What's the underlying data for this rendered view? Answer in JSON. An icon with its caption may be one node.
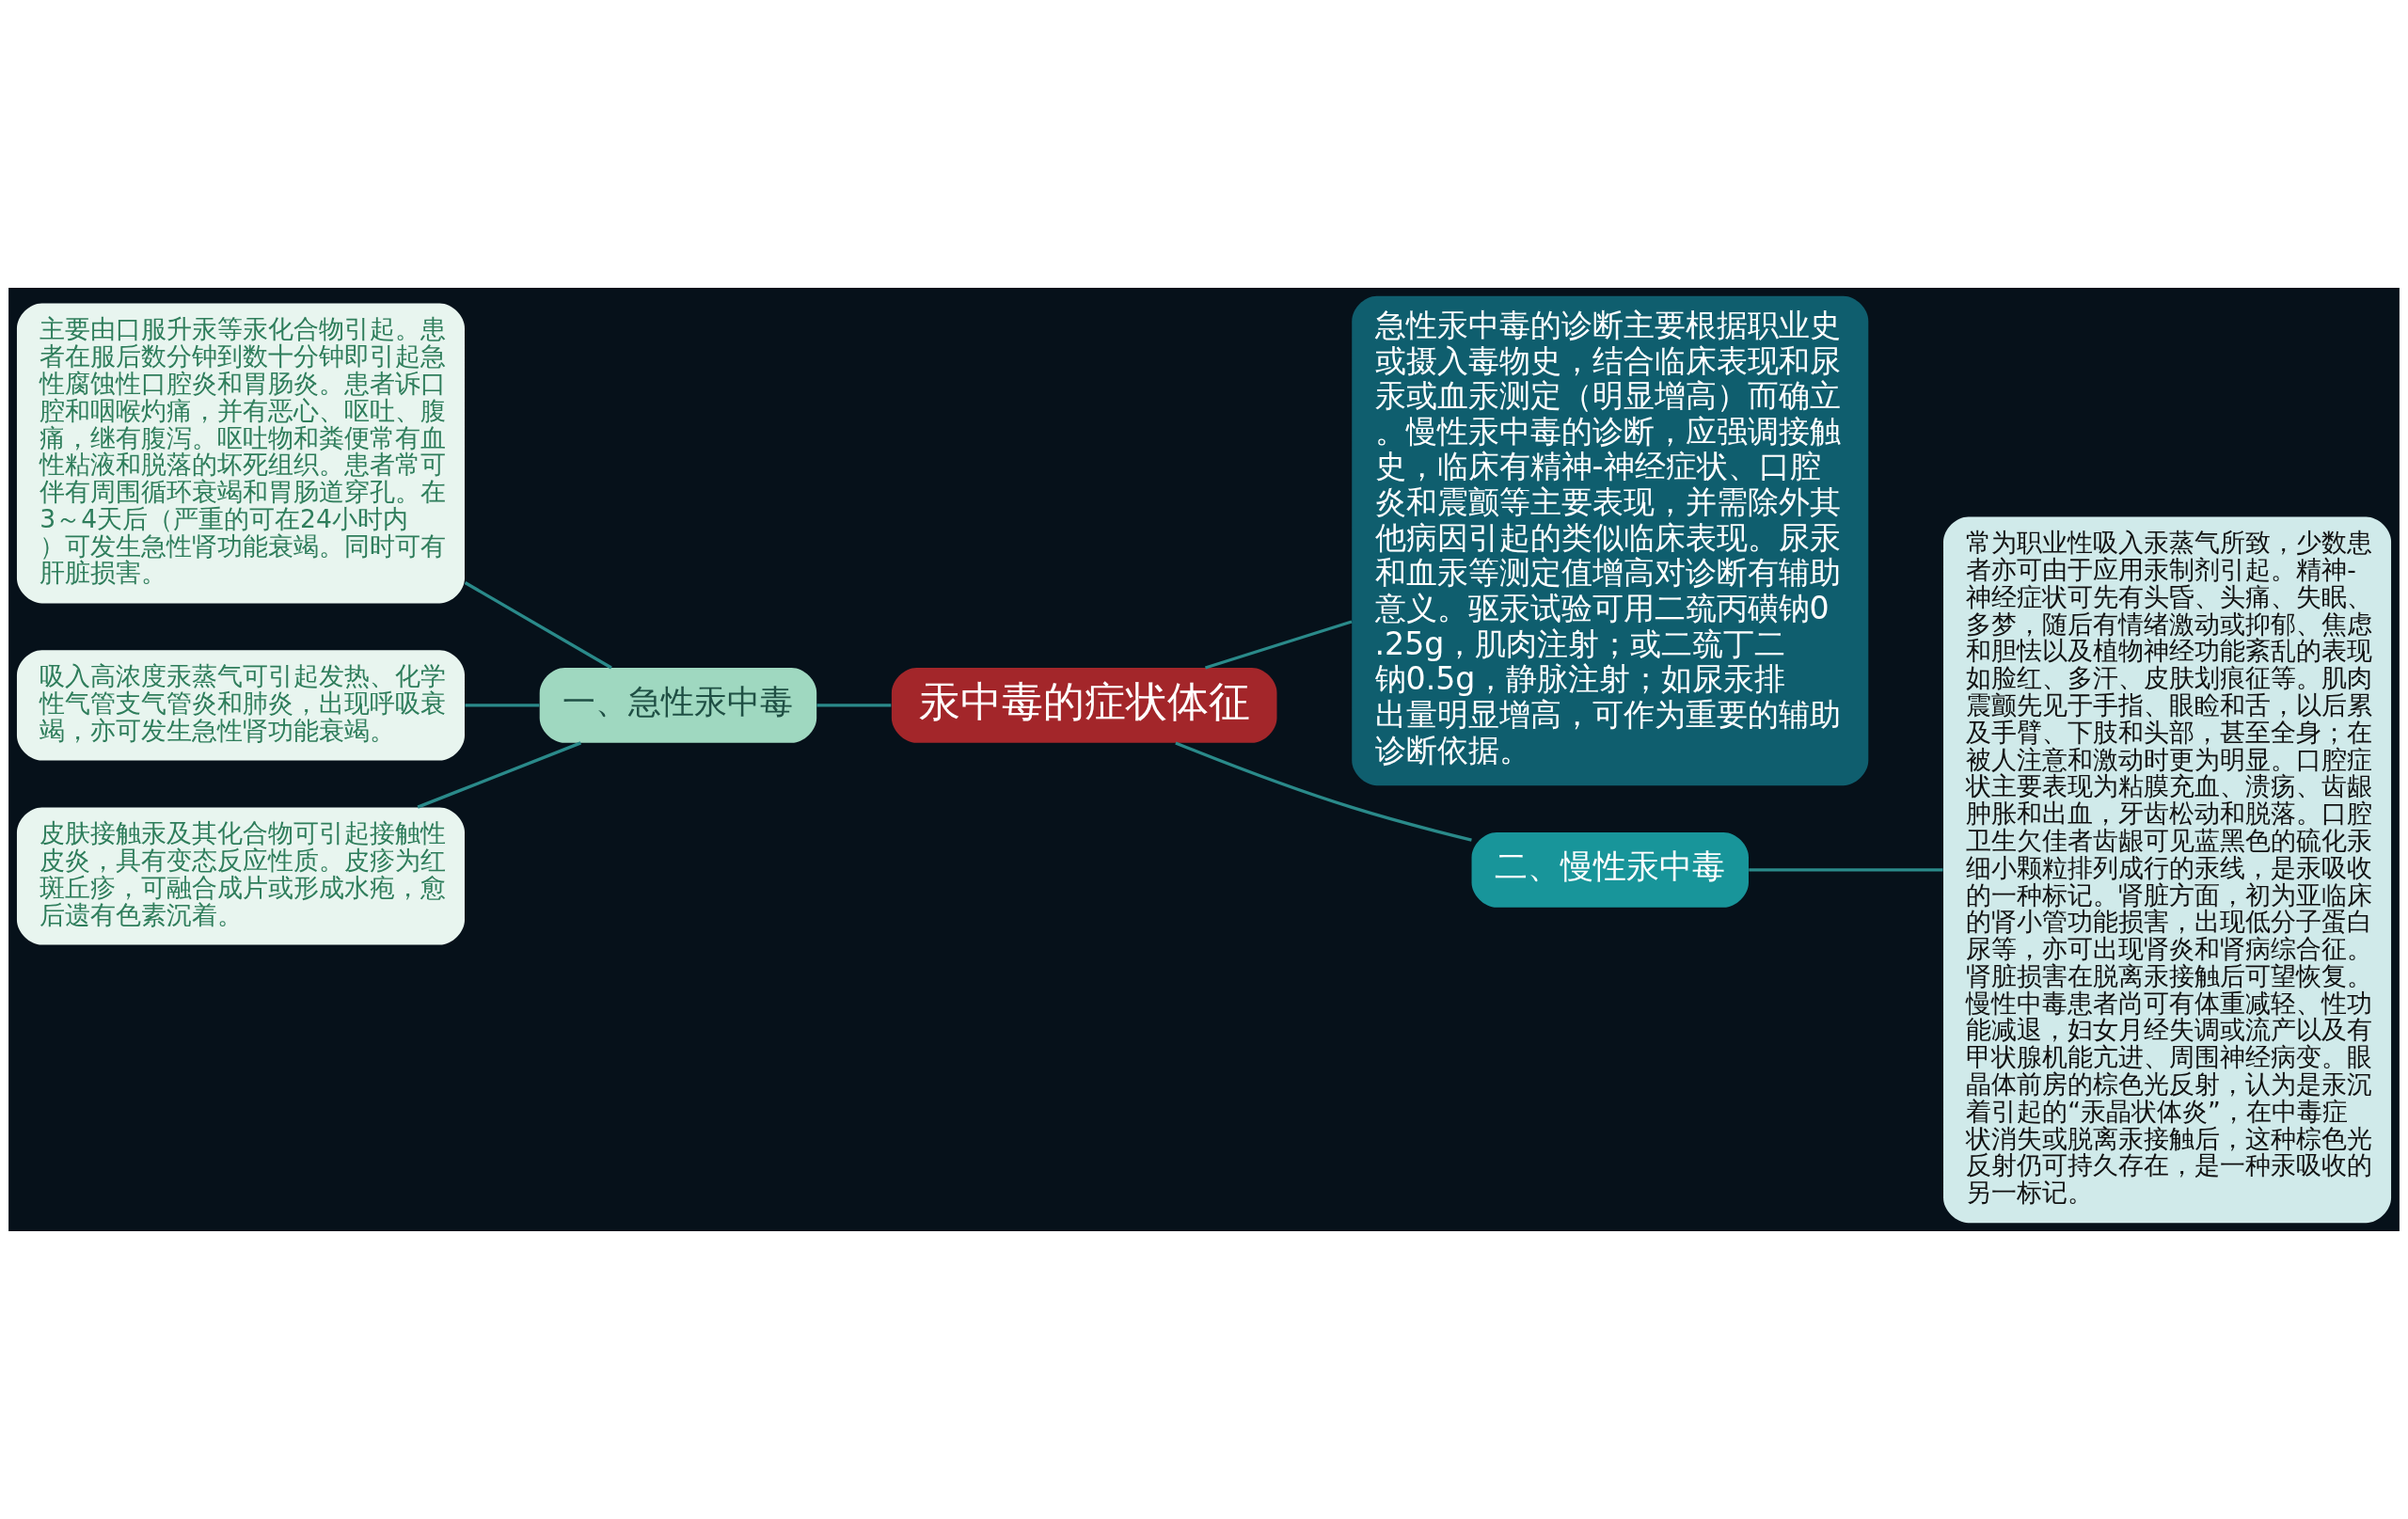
{
  "diagram": {
    "nodes": [
      {
        "text": [
          "汞中毒的症状体征"
        ]
      },
      {
        "text": [
          "一、急性汞中毒"
        ]
      },
      {
        "text": [
          "主要由口服升汞等汞化合物引起。患者在服后数分钟到数十分钟即引起急性腐蚀性口腔炎和胃肠炎。患者诉口腔和咽喉灼痛，并有恶心、呕吐、腹痛，继有腹泻。呕吐物和粪便常有血性粘液和脱落的坏死组织。患者常可伴有周围循环衰竭和胃肠道穿孔。在3～4天后（严重的可在24小时内）可发生急性肾功能衰竭。同时可有肝脏损害。"
        ]
      },
      {
        "text": [
          "吸入高浓度汞蒸气可引起发热、化学性气管支气管炎和肺炎，出现呼吸衰竭，亦可发生急性肾功能衰竭。"
        ]
      },
      {
        "text": [
          "皮肤接触汞及其化合物可引起接触性皮炎，具有变态反应性质。皮疹为红斑丘疹，可融合成片或形成水疱，愈后遗有色素沉着。"
        ]
      },
      {
        "text": [
          "急性汞中毒的诊断主要根据职业史或摄入毒物史，结合临床表现和尿汞或血汞测定（明显增高）而确立。慢性汞中毒的诊断，应强调接触史，临床有精神-神经症状、口腔炎和震颤等主要表现，并需除外其他病因引起的类似临床表现。尿汞和血汞等测定值增高对诊断有辅助意义。驱汞试验可用二巯丙磺钠0.25g，肌肉注射；或二巯丁二钠0.5g，静脉注射；如尿汞排出量明显增高，可作为重要的辅助诊断依据。"
        ]
      },
      {
        "text": [
          "二、慢性汞中毒"
        ]
      },
      {
        "text": [
          "常为职业性吸入汞蒸气所致，少数患者亦可由于应用汞制剂引起。精神-神经症状可先有头昏、头痛、失眠、多梦，随后有情绪激动或抑郁、焦虑和胆怯以及植物神经功能紊乱的表现如脸红、多汗、皮肤划痕征等。肌肉震颤先见于手指、眼睑和舌，以后累及手臂、下肢和头部，甚至全身；在被人注意和激动时更为明显。口腔症状主要表现为粘膜充血、溃疡、齿龈肿胀和出血，牙齿松动和脱落。口腔卫生欠佳者齿龈可见蓝黑色的硫化汞细小颗粒排列成行的汞线，是汞吸收的一种标记。肾脏方面，初为亚临床的肾小管功能损害，出现低分子蛋白尿等，亦可出现肾炎和肾病综合征。肾脏损害在脱离汞接触后可望恢复。慢性中毒患者尚可有体重减轻、性功能减退，妇女月经失调或流产以及有甲状腺机能亢进、周围神经病变。眼晶体前房的棕色光反射，认为是汞沉着引起的“汞晶状体炎”，在中毒症状消失或脱离汞接触后，这种棕色光反射仍可持久存在，是一种汞吸收的另一标记。"
        ]
      }
    ],
    "edges": [
      {
        "from": 0,
        "to": 1,
        "arrow": "none"
      },
      {
        "from": 1,
        "to": 2,
        "arrow": "none"
      },
      {
        "from": 1,
        "to": 3,
        "arrow": "none"
      },
      {
        "from": 1,
        "to": 4,
        "arrow": "none"
      },
      {
        "from": 0,
        "to": 5,
        "arrow": "none"
      },
      {
        "from": 0,
        "to": 6,
        "arrow": "none"
      },
      {
        "from": 6,
        "to": 7,
        "arrow": "none"
      }
    ]
  }
}
